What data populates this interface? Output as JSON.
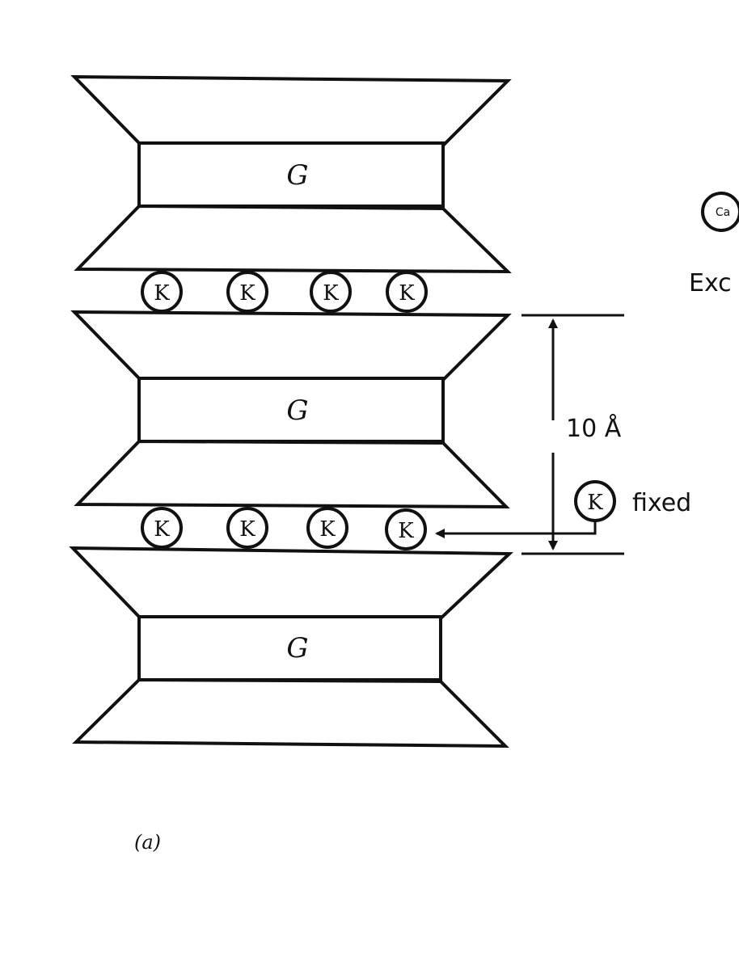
{
  "layers": [
    {
      "center_label": "G"
    },
    {
      "center_label": "G"
    },
    {
      "center_label": "G"
    }
  ],
  "interlayer_ions": {
    "upper_row": [
      "K",
      "K",
      "K",
      "K"
    ],
    "lower_row": [
      "K",
      "K",
      "K",
      "K"
    ]
  },
  "spacing_label": "10 Å",
  "fixed_ion": {
    "symbol": "K",
    "label": "fixed"
  },
  "side_ion": {
    "symbol": "Ca",
    "label": "Exc"
  },
  "panel_caption": "(a)"
}
